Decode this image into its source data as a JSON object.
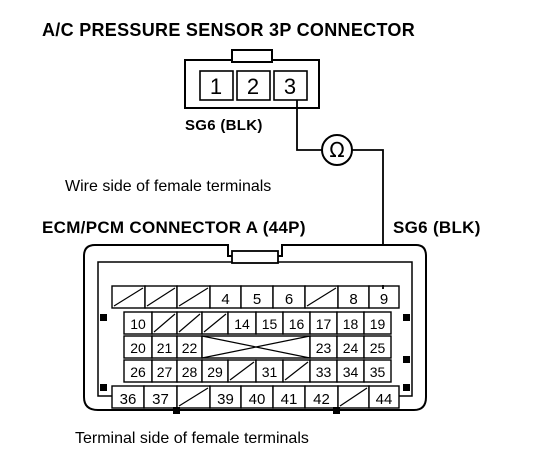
{
  "title": "A/C PRESSURE SENSOR 3P CONNECTOR",
  "sensor_connector": {
    "pins": [
      "1",
      "2",
      "3"
    ]
  },
  "wire_label_1": "SG6 (BLK)",
  "ohmmeter_symbol": "Ω",
  "wire_side_label": "Wire side of female terminals",
  "ecm_title": "ECM/PCM CONNECTOR A (44P)",
  "wire_label_2": "SG6 (BLK)",
  "ecm_connector": {
    "rows": [
      [
        "",
        "",
        "",
        "4",
        "5",
        "6",
        "",
        "8",
        "9"
      ],
      [
        "10",
        "",
        "",
        "",
        "14",
        "15",
        "16",
        "17",
        "18",
        "19"
      ],
      [
        "20",
        "21",
        "22",
        "",
        "",
        "",
        "",
        "23",
        "24",
        "25"
      ],
      [
        "26",
        "27",
        "28",
        "29",
        "",
        "31",
        "",
        "33",
        "34",
        "35"
      ],
      [
        "36",
        "37",
        "",
        "39",
        "40",
        "41",
        "42",
        "",
        "44"
      ]
    ]
  },
  "terminal_side_label": "Terminal side of female terminals"
}
